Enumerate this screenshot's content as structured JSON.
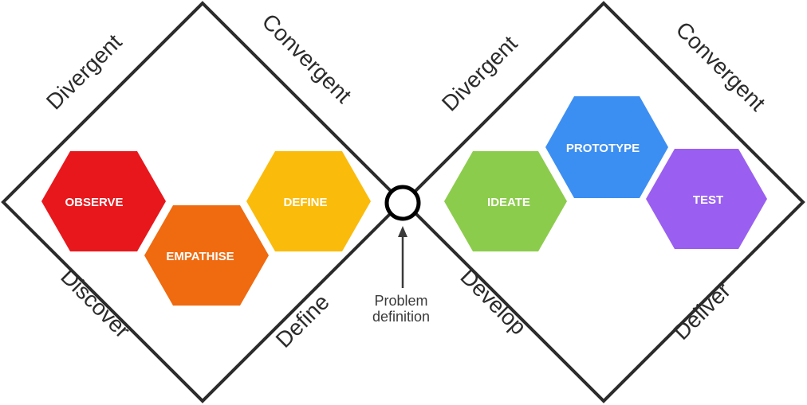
{
  "diagram": {
    "left_diamond": {
      "top_left_label": "Divergent",
      "top_right_label": "Convergent",
      "bottom_left_label": "Discover",
      "bottom_right_label": "Define"
    },
    "right_diamond": {
      "top_left_label": "Divergent",
      "top_right_label": "Convergent",
      "bottom_left_label": "Develop",
      "bottom_right_label": "Deliver"
    },
    "hexagons": [
      {
        "label": "OBSERVE",
        "color": "#e8171c"
      },
      {
        "label": "EMPATHISE",
        "color": "#f06a0f"
      },
      {
        "label": "DEFINE",
        "color": "#fbbb0a"
      },
      {
        "label": "IDEATE",
        "color": "#8ccc4c"
      },
      {
        "label": "PROTOTYPE",
        "color": "#3c8ff2"
      },
      {
        "label": "TEST",
        "color": "#9a5ff0"
      }
    ],
    "problem_definition": {
      "line1": "Problem",
      "line2": "definition"
    },
    "colors": {
      "outline": "#2b2b2b"
    }
  }
}
